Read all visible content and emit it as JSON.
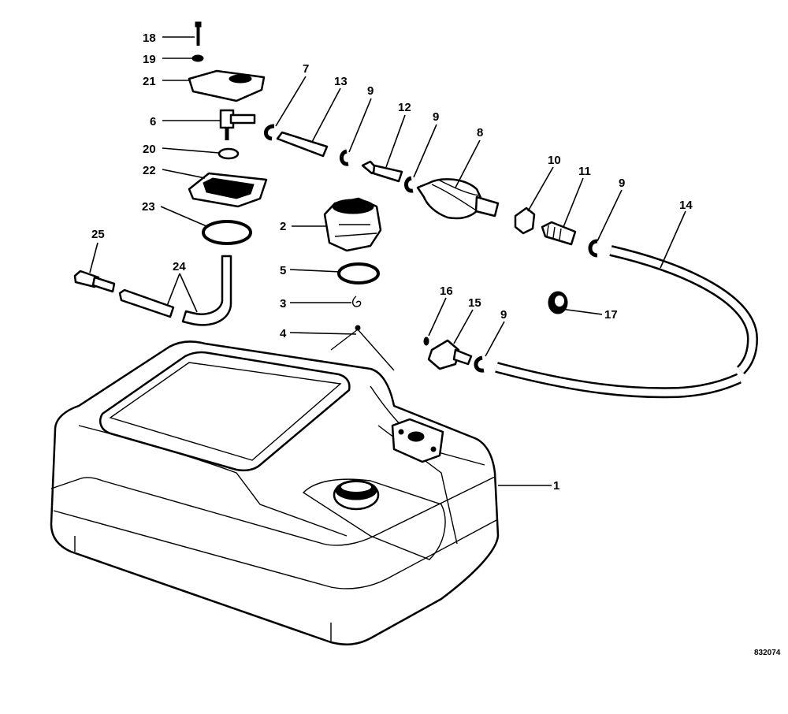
{
  "figure_number": "832074",
  "callouts": [
    {
      "id": "1",
      "text": "1"
    },
    {
      "id": "2",
      "text": "2"
    },
    {
      "id": "3",
      "text": "3"
    },
    {
      "id": "4",
      "text": "4"
    },
    {
      "id": "5",
      "text": "5"
    },
    {
      "id": "6",
      "text": "6"
    },
    {
      "id": "7",
      "text": "7"
    },
    {
      "id": "8",
      "text": "8"
    },
    {
      "id": "9a",
      "text": "9"
    },
    {
      "id": "9b",
      "text": "9"
    },
    {
      "id": "9c",
      "text": "9"
    },
    {
      "id": "9d",
      "text": "9"
    },
    {
      "id": "10",
      "text": "10"
    },
    {
      "id": "11",
      "text": "11"
    },
    {
      "id": "12",
      "text": "12"
    },
    {
      "id": "13",
      "text": "13"
    },
    {
      "id": "14",
      "text": "14"
    },
    {
      "id": "15",
      "text": "15"
    },
    {
      "id": "16",
      "text": "16"
    },
    {
      "id": "17",
      "text": "17"
    },
    {
      "id": "18",
      "text": "18"
    },
    {
      "id": "19",
      "text": "19"
    },
    {
      "id": "20",
      "text": "20"
    },
    {
      "id": "21",
      "text": "21"
    },
    {
      "id": "22",
      "text": "22"
    },
    {
      "id": "23",
      "text": "23"
    },
    {
      "id": "24",
      "text": "24"
    },
    {
      "id": "25",
      "text": "25"
    }
  ]
}
